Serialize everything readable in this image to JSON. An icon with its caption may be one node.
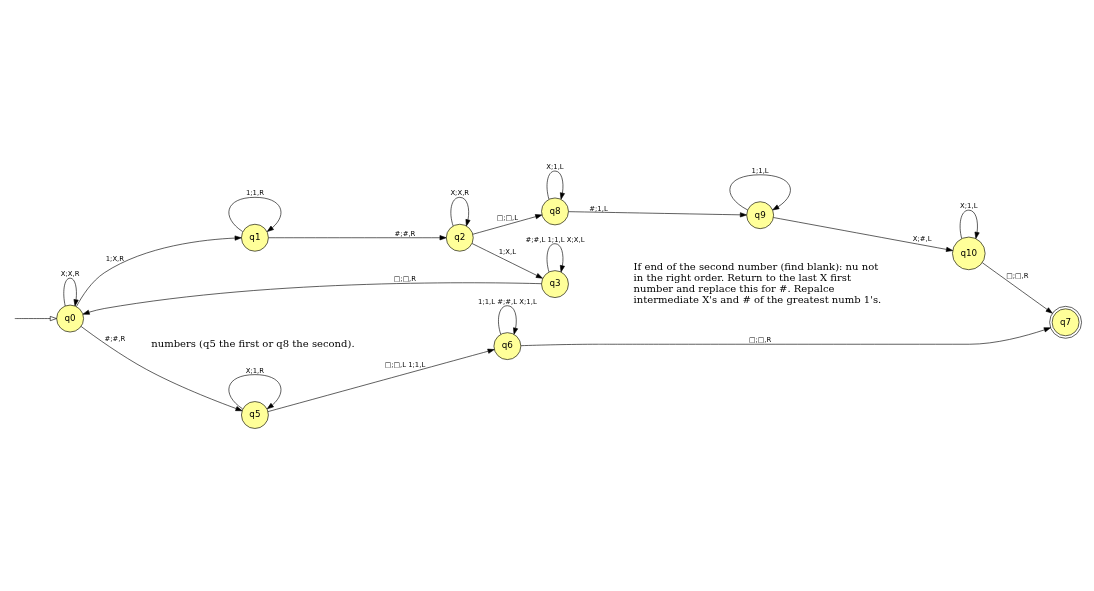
{
  "diagram": {
    "nodes": [
      {
        "text": [
          "q0"
        ]
      },
      {
        "text": [
          "q1"
        ]
      },
      {
        "text": [
          "q2"
        ]
      },
      {
        "text": [
          "q3"
        ]
      },
      {
        "text": [
          "q8"
        ]
      },
      {
        "text": [
          "q9"
        ]
      },
      {
        "text": [
          "q10"
        ]
      },
      {
        "text": [
          "q5"
        ]
      },
      {
        "text": [
          "q6"
        ]
      },
      {
        "text": [
          "q7"
        ]
      }
    ],
    "edges": [
      {
        "from": null,
        "to": 0,
        "arrow": "to"
      },
      {
        "from": 0,
        "to": 0,
        "label": "X;X,R",
        "arrow": "to"
      },
      {
        "from": 0,
        "to": 1,
        "label": "1;X,R",
        "arrow": "to"
      },
      {
        "from": 1,
        "to": 1,
        "label": "1;1,R",
        "arrow": "to"
      },
      {
        "from": 1,
        "to": 2,
        "label": "#;#,R",
        "arrow": "to"
      },
      {
        "from": 2,
        "to": 2,
        "label": "X;X,R",
        "arrow": "to"
      },
      {
        "from": 2,
        "to": 3,
        "label": "1;X,L",
        "arrow": "to"
      },
      {
        "from": 3,
        "to": 3,
        "label": "#;#,L 1;1,L X;X,L",
        "arrow": "to"
      },
      {
        "from": 3,
        "to": 0,
        "label": "□;□,R",
        "arrow": "to"
      },
      {
        "from": 2,
        "to": 4,
        "label": "□;□,L",
        "arrow": "to"
      },
      {
        "from": 4,
        "to": 4,
        "label": "X;1,L",
        "arrow": "to"
      },
      {
        "from": 4,
        "to": 5,
        "label": "#;1,L",
        "arrow": "to"
      },
      {
        "from": 5,
        "to": 5,
        "label": "1;1,L",
        "arrow": "to"
      },
      {
        "from": 5,
        "to": 6,
        "label": "X;#,L",
        "arrow": "to"
      },
      {
        "from": 6,
        "to": 6,
        "label": "X;1,L",
        "arrow": "to"
      },
      {
        "from": 6,
        "to": 9,
        "label": "□;□,R",
        "arrow": "to"
      },
      {
        "from": 0,
        "to": 7,
        "label": "#;#,R",
        "arrow": "to"
      },
      {
        "from": 7,
        "to": 7,
        "label": "X;1,R",
        "arrow": "to"
      },
      {
        "from": 7,
        "to": 8,
        "label": "□;□,L 1;1,L",
        "arrow": "to"
      },
      {
        "from": 8,
        "to": 8,
        "label": "1;1,L #;#,L X;1,L",
        "arrow": "to"
      },
      {
        "from": 8,
        "to": 9,
        "label": "□;□,R",
        "arrow": "to"
      }
    ],
    "labels": [
      "numbers (q5 the first or q8 the second).",
      "If end of the second number (find blank): nu not in the right order. Return to the last X first number and replace this for #. Repalce intermediate X's and # of the greatest numb 1's."
    ]
  }
}
